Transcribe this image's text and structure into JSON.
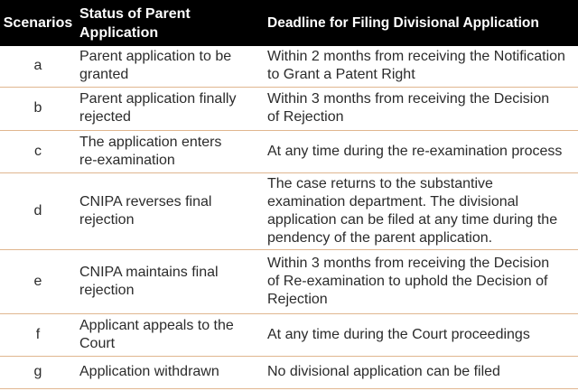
{
  "table": {
    "columns": [
      {
        "label": "Scenarios"
      },
      {
        "label": "Status of Parent\nApplication"
      },
      {
        "label": "Deadline for Filing Divisional Application"
      }
    ],
    "rows": [
      {
        "scenario": "a",
        "status": "Parent application to be\ngranted",
        "deadline": "Within 2 months from receiving the Notification\nto Grant a Patent Right"
      },
      {
        "scenario": "b",
        "status": "Parent application finally\nrejected",
        "deadline": "Within 3 months from receiving the Decision\nof Rejection"
      },
      {
        "scenario": "c",
        "status": "The application enters\nre-examination",
        "deadline": "At any time during the re-examination process"
      },
      {
        "scenario": "d",
        "status": "CNIPA reverses final\nrejection",
        "deadline": "The case returns to the substantive\nexamination department. The divisional\napplication can be filed at any time during the\npendency of the parent application."
      },
      {
        "scenario": "e",
        "status": "CNIPA maintains final\nrejection",
        "deadline": "Within 3 months from receiving the Decision\nof Re-examination to uphold the Decision of\nRejection"
      },
      {
        "scenario": "f",
        "status": "Applicant appeals to the\nCourt",
        "deadline": "At any time during the Court proceedings"
      },
      {
        "scenario": "g",
        "status": "Application withdrawn",
        "deadline": "No divisional application can be filed"
      }
    ],
    "colors": {
      "header_bg": "#000000",
      "header_text": "#ffffff",
      "body_text": "#2b2b2b",
      "divider": "#e0b68f"
    }
  }
}
